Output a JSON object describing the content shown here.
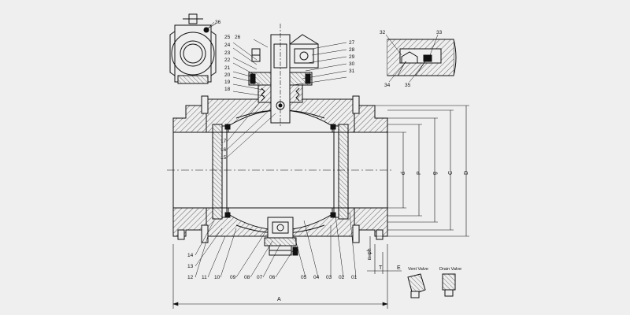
{
  "drawing": {
    "type": "ball valve sectional assembly drawing",
    "background": "#efefef",
    "line_color": "#111111",
    "part_numbers_left": [
      "25",
      "24",
      "23",
      "22",
      "21",
      "20",
      "19",
      "18",
      "17",
      "16",
      "15",
      "14",
      "13",
      "12",
      "11",
      "10",
      "09",
      "08",
      "07",
      "06",
      "05",
      "04",
      "03",
      "02",
      "01"
    ],
    "part_numbers_right": [
      "26",
      "27",
      "28",
      "29",
      "30",
      "31"
    ],
    "part_numbers_top_view": [
      "36"
    ],
    "part_numbers_detail": [
      "32",
      "33",
      "34",
      "35"
    ],
    "dimension_labels": {
      "overall_length": "A",
      "diameter_d": "d",
      "diameter_p": "P",
      "diameter_g": "g",
      "diameter_c": "C",
      "diameter_d_outer": "D",
      "bolt_holes": "n-φh",
      "flange_thickness": "T",
      "raised_face": "E"
    },
    "valve_captions": {
      "vent": "Vent Valve",
      "drain": "Drain Valve"
    }
  }
}
